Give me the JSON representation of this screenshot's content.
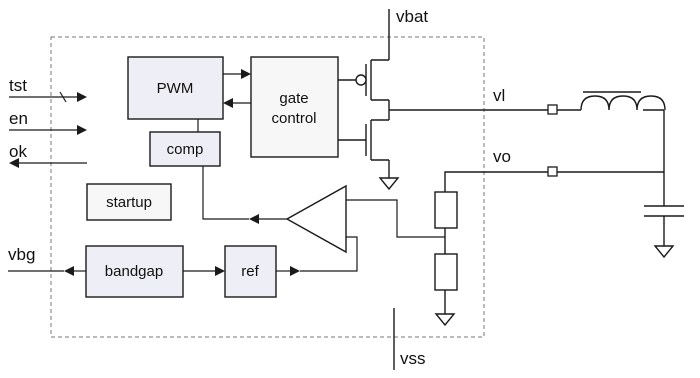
{
  "pins": {
    "tst": "tst",
    "en": "en",
    "ok": "ok",
    "vbg": "vbg",
    "vbat": "vbat",
    "vss": "vss",
    "vl": "vl",
    "vo": "vo"
  },
  "blocks": {
    "pwm": "PWM",
    "gate_line1": "gate",
    "gate_line2": "control",
    "comp": "comp",
    "startup": "startup",
    "bandgap": "bandgap",
    "ref": "ref"
  }
}
